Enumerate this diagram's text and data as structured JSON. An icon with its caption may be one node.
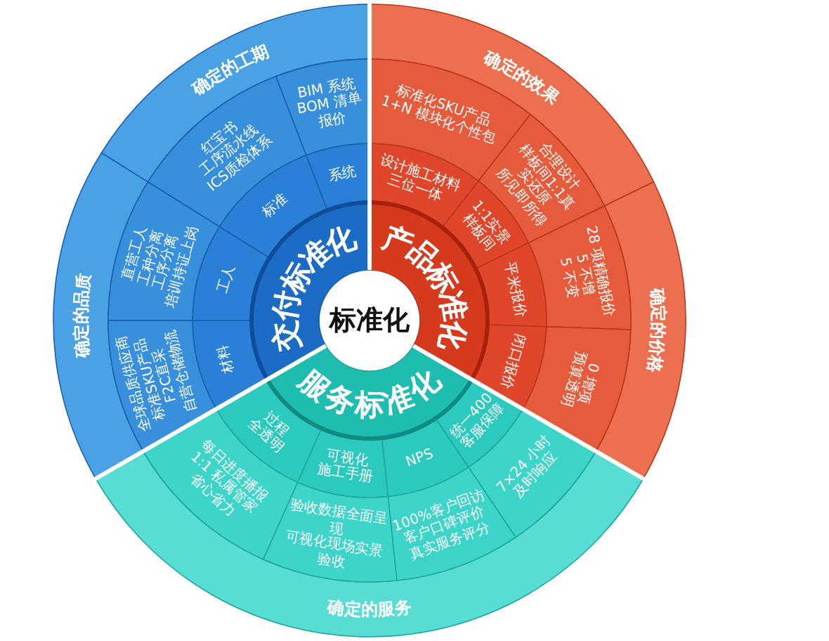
{
  "diagram": {
    "nodes": [
      {
        "text": [
          "标准化"
        ]
      },
      {
        "text": [
          "交付标准化"
        ]
      },
      {
        "text": [
          "产品标准化"
        ]
      },
      {
        "text": [
          "服务标准化"
        ]
      },
      {
        "text": [
          "确定的工期"
        ]
      },
      {
        "text": [
          "确定的品质"
        ]
      },
      {
        "text": [
          "确定的效果"
        ]
      },
      {
        "text": [
          "确定的价格"
        ]
      },
      {
        "text": [
          "确定的服务"
        ]
      },
      {
        "text": [
          "系统"
        ]
      },
      {
        "text": [
          "标准"
        ]
      },
      {
        "text": [
          "工人"
        ]
      },
      {
        "text": [
          "材料"
        ]
      },
      {
        "text": [
          "BIM 系统",
          "BOM 清单",
          "报价"
        ]
      },
      {
        "text": [
          "红宝书",
          "工序流水线",
          "ICS质检体系"
        ]
      },
      {
        "text": [
          "直营工人",
          "工种分离",
          "工序分离",
          "培训持证上岗"
        ]
      },
      {
        "text": [
          "全球品质供应商",
          "标准SKU产品",
          "F2C直采",
          "自营仓储物流"
        ]
      },
      {
        "text": [
          "设计施工材料",
          "三位一体"
        ]
      },
      {
        "text": [
          "1:1实景",
          "样板间"
        ]
      },
      {
        "text": [
          "平米报价"
        ]
      },
      {
        "text": [
          "闭口报价"
        ]
      },
      {
        "text": [
          "标准化SKU产品",
          "1+N 模块化个性包"
        ]
      },
      {
        "text": [
          "合理设计",
          "样板间1:1真实还原",
          "所见即所得"
        ]
      },
      {
        "text": [
          "28 项精确报价",
          "5 不增",
          "5 不变"
        ]
      },
      {
        "text": [
          "0 增项",
          "预算透明"
        ]
      },
      {
        "text": [
          "统一400",
          "客服保障"
        ]
      },
      {
        "text": [
          "NPS"
        ]
      },
      {
        "text": [
          "可视化",
          "施工手册"
        ]
      },
      {
        "text": [
          "过程",
          "全透明"
        ]
      },
      {
        "text": [
          "7×24 小时",
          "及时响应"
        ]
      },
      {
        "text": [
          "100%客户回访",
          "客户口碑评价",
          "真实服务评分"
        ]
      },
      {
        "text": [
          "验收数据全面呈现",
          "可视化现场实景验收"
        ]
      },
      {
        "text": [
          "每日进度播报",
          "1:1 私属管家",
          "省心省力"
        ]
      }
    ]
  }
}
